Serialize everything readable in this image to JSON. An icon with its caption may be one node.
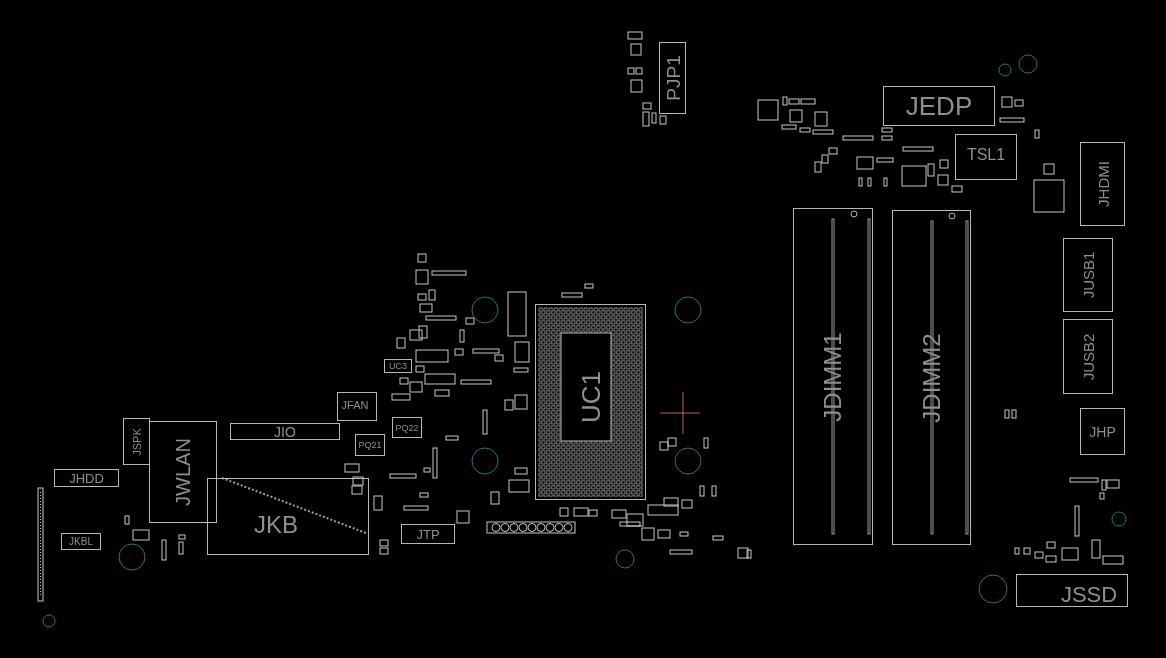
{
  "diagram": {
    "nodes": [
      {
        "text": [
          "PJP1"
        ]
      },
      {
        "text": [
          "JEDP"
        ]
      },
      {
        "text": [
          "TSL1"
        ]
      },
      {
        "text": [
          "JHDMI"
        ]
      },
      {
        "text": [
          "JDIMM1"
        ]
      },
      {
        "text": [
          "JDIMM2"
        ]
      },
      {
        "text": [
          "JUSB1"
        ]
      },
      {
        "text": [
          "UC1"
        ]
      },
      {
        "text": [
          "JUSB2"
        ]
      },
      {
        "text": [
          "UC3"
        ]
      },
      {
        "text": [
          "JFAN"
        ]
      },
      {
        "text": [
          "JHP"
        ]
      },
      {
        "text": [
          "PQ22"
        ]
      },
      {
        "text": [
          "JSPK"
        ]
      },
      {
        "text": [
          "JWLAN"
        ]
      },
      {
        "text": [
          "JIO"
        ]
      },
      {
        "text": [
          "PQ21"
        ]
      },
      {
        "text": [
          "JHDD"
        ]
      },
      {
        "text": [
          "JKB"
        ]
      },
      {
        "text": [
          "JTP"
        ]
      },
      {
        "text": [
          "JKBL"
        ]
      },
      {
        "text": [
          "JSSD"
        ]
      }
    ]
  }
}
